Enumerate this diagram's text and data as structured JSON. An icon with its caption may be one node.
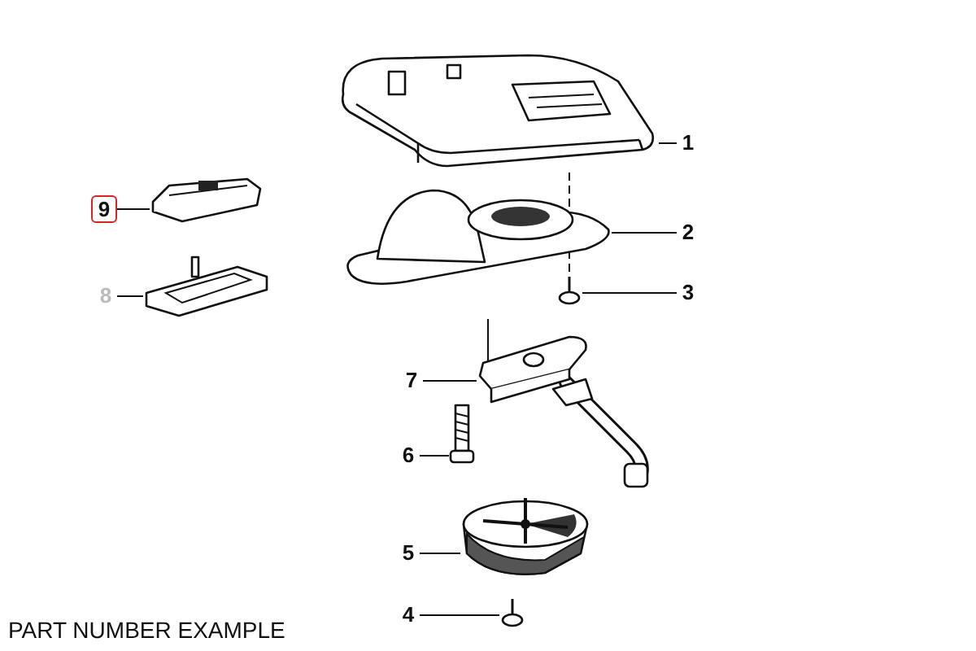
{
  "diagram": {
    "nodes": [
      {
        "text": [
          "1"
        ]
      },
      {
        "text": [
          "2"
        ]
      },
      {
        "text": [
          "3"
        ]
      },
      {
        "text": [
          "4"
        ]
      },
      {
        "text": [
          "5"
        ]
      },
      {
        "text": [
          "6"
        ]
      },
      {
        "text": [
          "7"
        ]
      },
      {
        "text": [
          "8"
        ]
      },
      {
        "text": [
          "9"
        ]
      },
      {
        "text": [],
        "shape": "picture"
      },
      {
        "text": [],
        "shape": "picture"
      },
      {
        "text": [],
        "shape": "picture"
      },
      {
        "text": [],
        "shape": "picture"
      },
      {
        "text": [],
        "shape": "picture"
      },
      {
        "text": [],
        "shape": "picture"
      },
      {
        "text": [],
        "shape": "picture"
      },
      {
        "text": [],
        "shape": "picture"
      },
      {
        "text": [],
        "shape": "picture"
      }
    ],
    "edges": [
      {
        "from": 0,
        "to": 9,
        "arrow": "none"
      },
      {
        "from": 1,
        "to": 10,
        "arrow": "none"
      },
      {
        "from": 2,
        "to": 11,
        "arrow": "none"
      },
      {
        "from": 3,
        "to": 12,
        "arrow": "none"
      },
      {
        "from": 4,
        "to": 13,
        "arrow": "none"
      },
      {
        "from": 5,
        "to": 14,
        "arrow": "none"
      },
      {
        "from": 6,
        "to": 15,
        "arrow": "none"
      },
      {
        "from": 7,
        "to": 16,
        "arrow": "none"
      },
      {
        "from": 8,
        "to": 17,
        "arrow": "none"
      }
    ],
    "labels": [
      "PART NUMBER EXAMPLE"
    ]
  }
}
